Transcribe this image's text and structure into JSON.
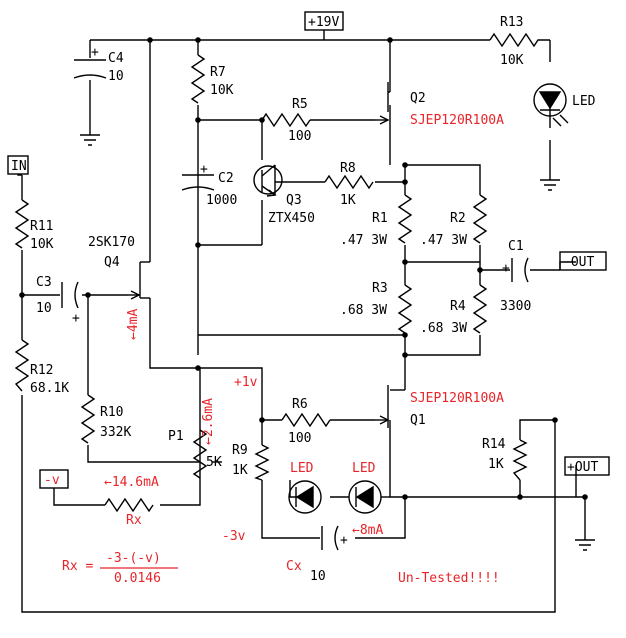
{
  "supply": {
    "vplus": "+19V"
  },
  "ports": {
    "in": "IN",
    "out_neg": "−OUT",
    "out_pos": "+OUT",
    "vneg": "-v"
  },
  "components": {
    "c4": {
      "name": "C4",
      "value": "10"
    },
    "r7": {
      "name": "R7",
      "value": "10K"
    },
    "r13": {
      "name": "R13",
      "value": "10K"
    },
    "led_top": "LED",
    "q2": {
      "name": "Q2",
      "part": "SJEP120R100A"
    },
    "r5": {
      "name": "R5",
      "value": "100"
    },
    "c2": {
      "name": "C2",
      "value": "1000"
    },
    "q3": {
      "name": "Q3",
      "part": "ZTX450"
    },
    "r8": {
      "name": "R8",
      "value": "1K"
    },
    "r1": {
      "name": "R1",
      "value": ".47 3W"
    },
    "r2": {
      "name": "R2",
      "value": ".47 3W"
    },
    "r3": {
      "name": "R3",
      "value": ".68 3W"
    },
    "r4": {
      "name": "R4",
      "value": ".68 3W"
    },
    "c1": {
      "name": "C1",
      "value": "3300"
    },
    "r11": {
      "name": "R11",
      "value": "10K"
    },
    "q4": {
      "name": "Q4",
      "part": "2SK170"
    },
    "c3": {
      "name": "C3",
      "value": "10"
    },
    "r12": {
      "name": "R12",
      "value": "68.1K"
    },
    "r10": {
      "name": "R10",
      "value": "332K"
    },
    "p1": {
      "name": "P1",
      "value": "5K"
    },
    "r9": {
      "name": "R9",
      "value": "1K"
    },
    "r6": {
      "name": "R6",
      "value": "100"
    },
    "q1": {
      "name": "Q1",
      "part": "SJEP120R100A"
    },
    "r14": {
      "name": "R14",
      "value": "1K"
    },
    "rx": {
      "name": "Rx"
    },
    "cx": {
      "name": "Cx",
      "value": "10"
    },
    "led1": "LED",
    "led2": "LED"
  },
  "annotations": {
    "i_q4": "←4mA",
    "i_p1": "←2.6mA",
    "v_plus1": "+1v",
    "i_rx": "←14.6mA",
    "v_minus3": "-3v",
    "i_led": "←8mA",
    "formula_lhs": "Rx =",
    "formula_num": "-3-(-v)",
    "formula_den": "0.0146",
    "note": "Un-Tested!!!!"
  },
  "colors": {
    "annotation": "#e8252a",
    "ink": "#000000",
    "background": "#ffffff"
  }
}
